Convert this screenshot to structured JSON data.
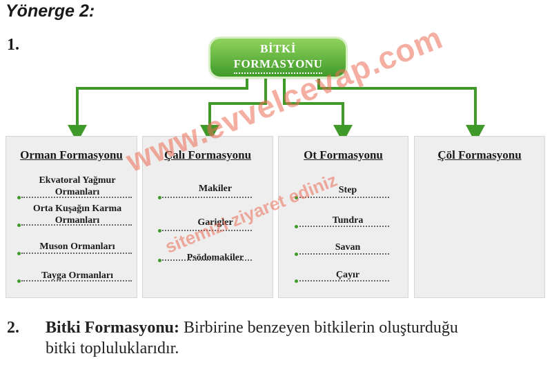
{
  "heading": "Yönerge 2:",
  "q1_number": "1.",
  "diagram": {
    "root_line1": "BİTKİ",
    "root_line2": "FORMASYONU",
    "boxes": [
      {
        "title": "Orman Formasyonu",
        "items": [
          "Ekvatoral Yağmur Ormanları",
          "Orta Kuşağın Karma Ormanları",
          "Muson Ormanları",
          "Tayga Ormanları"
        ]
      },
      {
        "title": "Çalı Formasyonu",
        "items": [
          "Makiler",
          "Garigler",
          "Psödomakiler"
        ]
      },
      {
        "title": "Ot Formasyonu",
        "items": [
          "Step",
          "Tundra",
          "Savan",
          "Çayır"
        ]
      },
      {
        "title": "Çöl Formasyonu",
        "items": []
      }
    ],
    "line_color": "#3f9a2a"
  },
  "watermark": {
    "line1": "www.evvelcevap.com",
    "line2": "sitemizi ziyaret ediniz"
  },
  "definition": {
    "number": "2.",
    "term": "Bitki Formasyonu:",
    "text_line1": "Birbirine benzeyen bitkilerin oluşturduğu",
    "text_line2": "bitki topluluklarıdır."
  }
}
